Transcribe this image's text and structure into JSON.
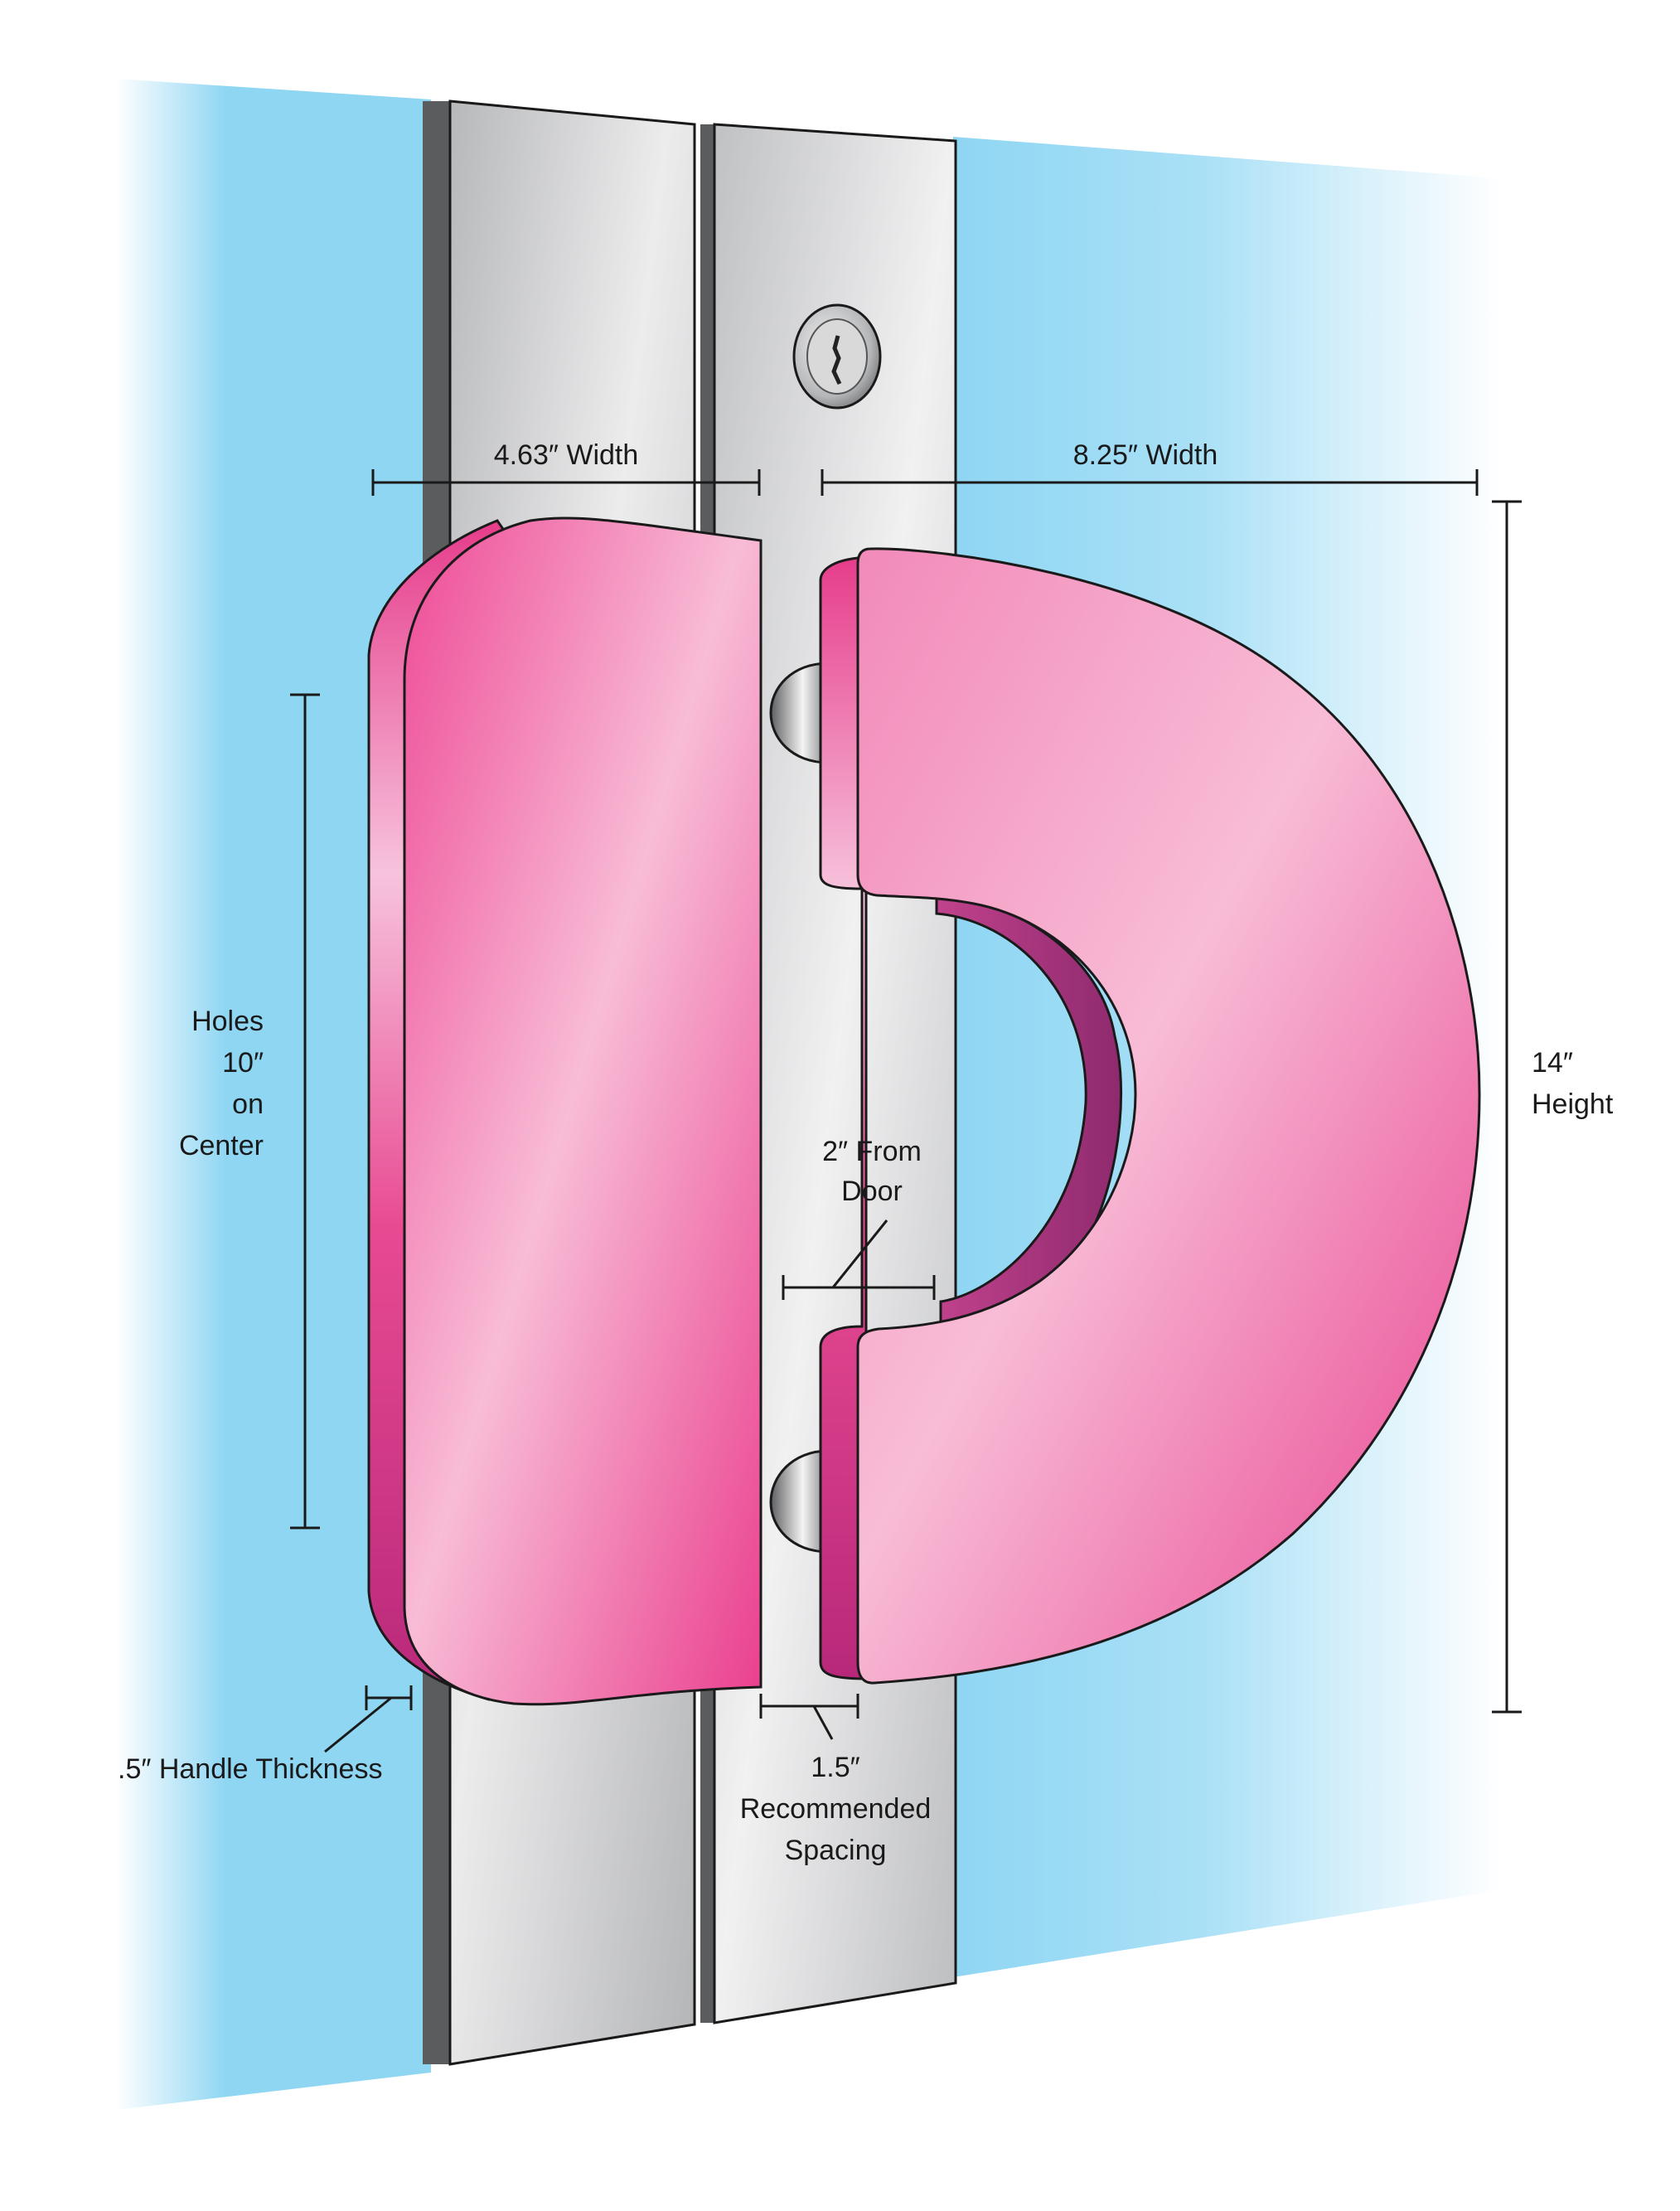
{
  "colors": {
    "glass": "#8fd6f3",
    "panel": "#c9cacc",
    "handle": "#ee4a96",
    "handle_highlight": "#f7b9d5",
    "line": "#1a1a1a"
  },
  "icons": {
    "lock": "key-cylinder-lock-icon"
  },
  "labels": {
    "left_width": "4.63″ Width",
    "right_width": "8.25″ Width",
    "holes": [
      "Holes",
      "10″",
      "on",
      "Center"
    ],
    "height": [
      "14″",
      "Height"
    ],
    "from_door": [
      "2″ From",
      "Door"
    ],
    "thickness": ".5″ Handle Thickness",
    "spacing": [
      "1.5″",
      "Recommended",
      "Spacing"
    ]
  }
}
